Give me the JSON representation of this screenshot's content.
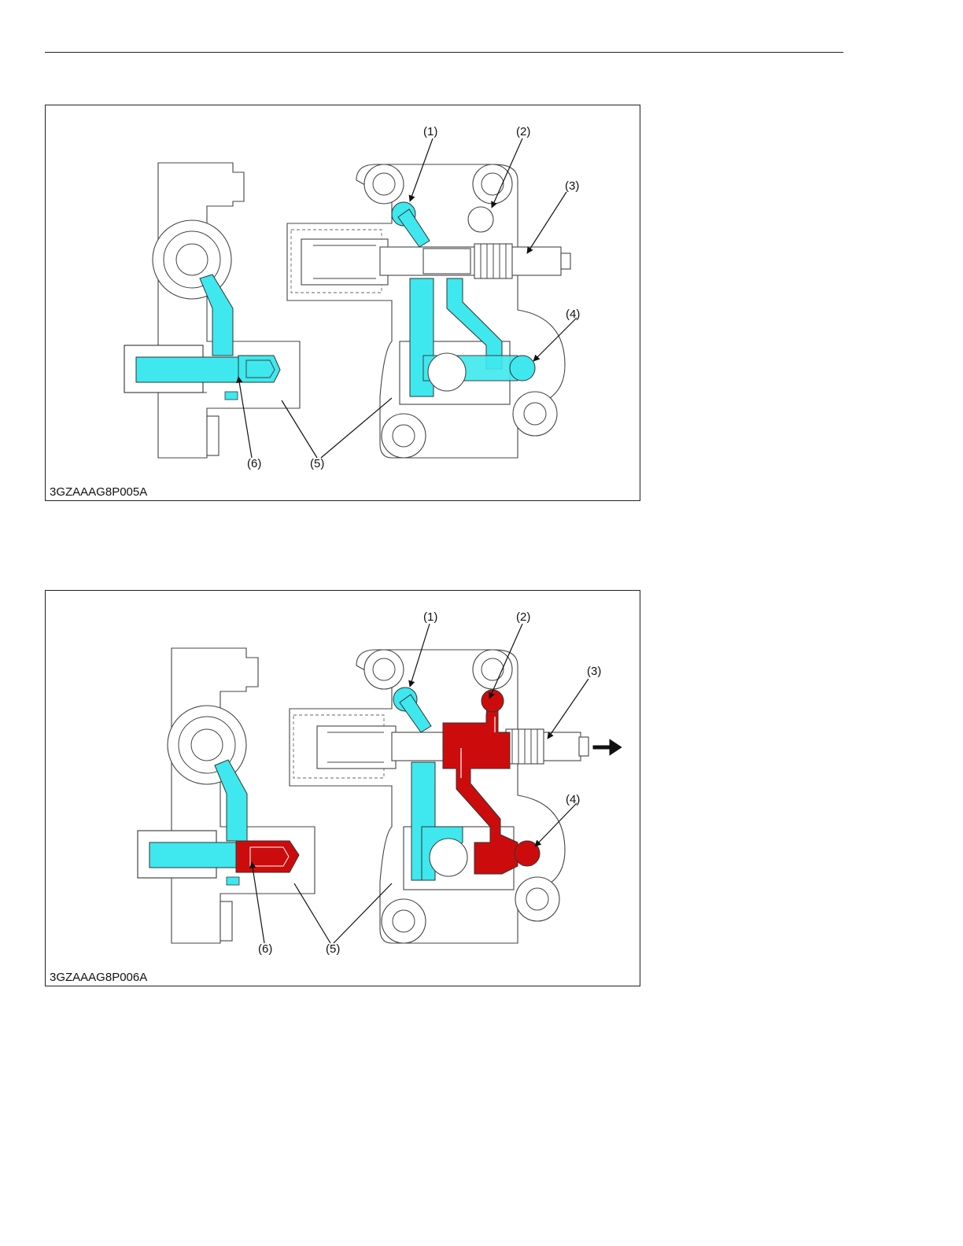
{
  "colors": {
    "oil_low_pressure": "#3ee8ee",
    "oil_high_pressure": "#cc0c0c",
    "line": "#444444"
  },
  "figures": [
    {
      "code": "3GZAAAG8P005A",
      "callouts": [
        "(1)",
        "(2)",
        "(3)",
        "(4)",
        "(5)",
        "(6)"
      ],
      "state": "neutral"
    },
    {
      "code": "3GZAAAG8P006A",
      "callouts": [
        "(1)",
        "(2)",
        "(3)",
        "(4)",
        "(5)",
        "(6)"
      ],
      "state": "pulled",
      "direction_arrow": "right-arrow-icon"
    }
  ]
}
